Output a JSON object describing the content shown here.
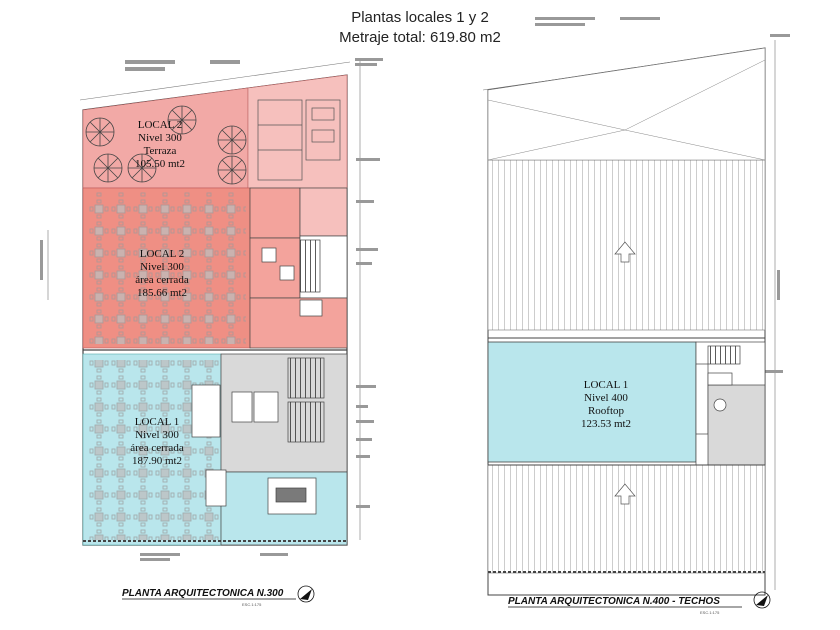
{
  "header": {
    "line1": "Plantas locales 1 y 2",
    "line2": "Metraje total: 619.80 m2"
  },
  "plan_left": {
    "title": "PLANTA ARQUITECTONICA N.300",
    "scale": "ESC.1:175",
    "zones": [
      {
        "id": "terraza",
        "lines": [
          "LOCAL 2",
          "Nivel 300",
          "Terraza",
          "105.50 mt2"
        ],
        "color": "#f2a9a6"
      },
      {
        "id": "cerrada2",
        "lines": [
          "LOCAL 2",
          "Nivel 300",
          "área cerrada",
          "185.66 mt2"
        ],
        "color": "#ef8f84"
      },
      {
        "id": "cerrada1",
        "lines": [
          "LOCAL 1",
          "Nivel 300",
          "área cerrada",
          "187.90 mt2"
        ],
        "color": "#b9e6ec"
      }
    ]
  },
  "plan_right": {
    "title": "PLANTA ARQUITECTONICA N.400 - TECHOS",
    "scale": "ESC.1:175",
    "zones": [
      {
        "id": "rooftop",
        "lines": [
          "LOCAL 1",
          "Nivel 400",
          "Rooftop",
          "123.53 mt2"
        ],
        "color": "#b9e6ec"
      }
    ]
  }
}
